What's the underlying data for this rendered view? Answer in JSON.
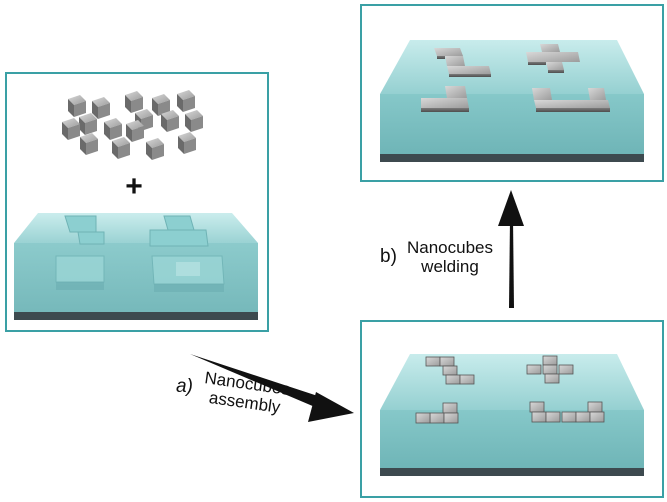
{
  "steps": [
    {
      "letter": "a)",
      "line1": "Nanocubes",
      "line2": "assembly"
    },
    {
      "letter": "b)",
      "line1": "Nanocubes",
      "line2": "welding"
    }
  ],
  "plus_sign": "+",
  "colors": {
    "panel_border": "#3aa0a5",
    "substrate_top": "#a9dcdc",
    "substrate_side": "#74bdbf",
    "base_layer": "#3d4a4f",
    "cube": "#9a9a9a"
  }
}
